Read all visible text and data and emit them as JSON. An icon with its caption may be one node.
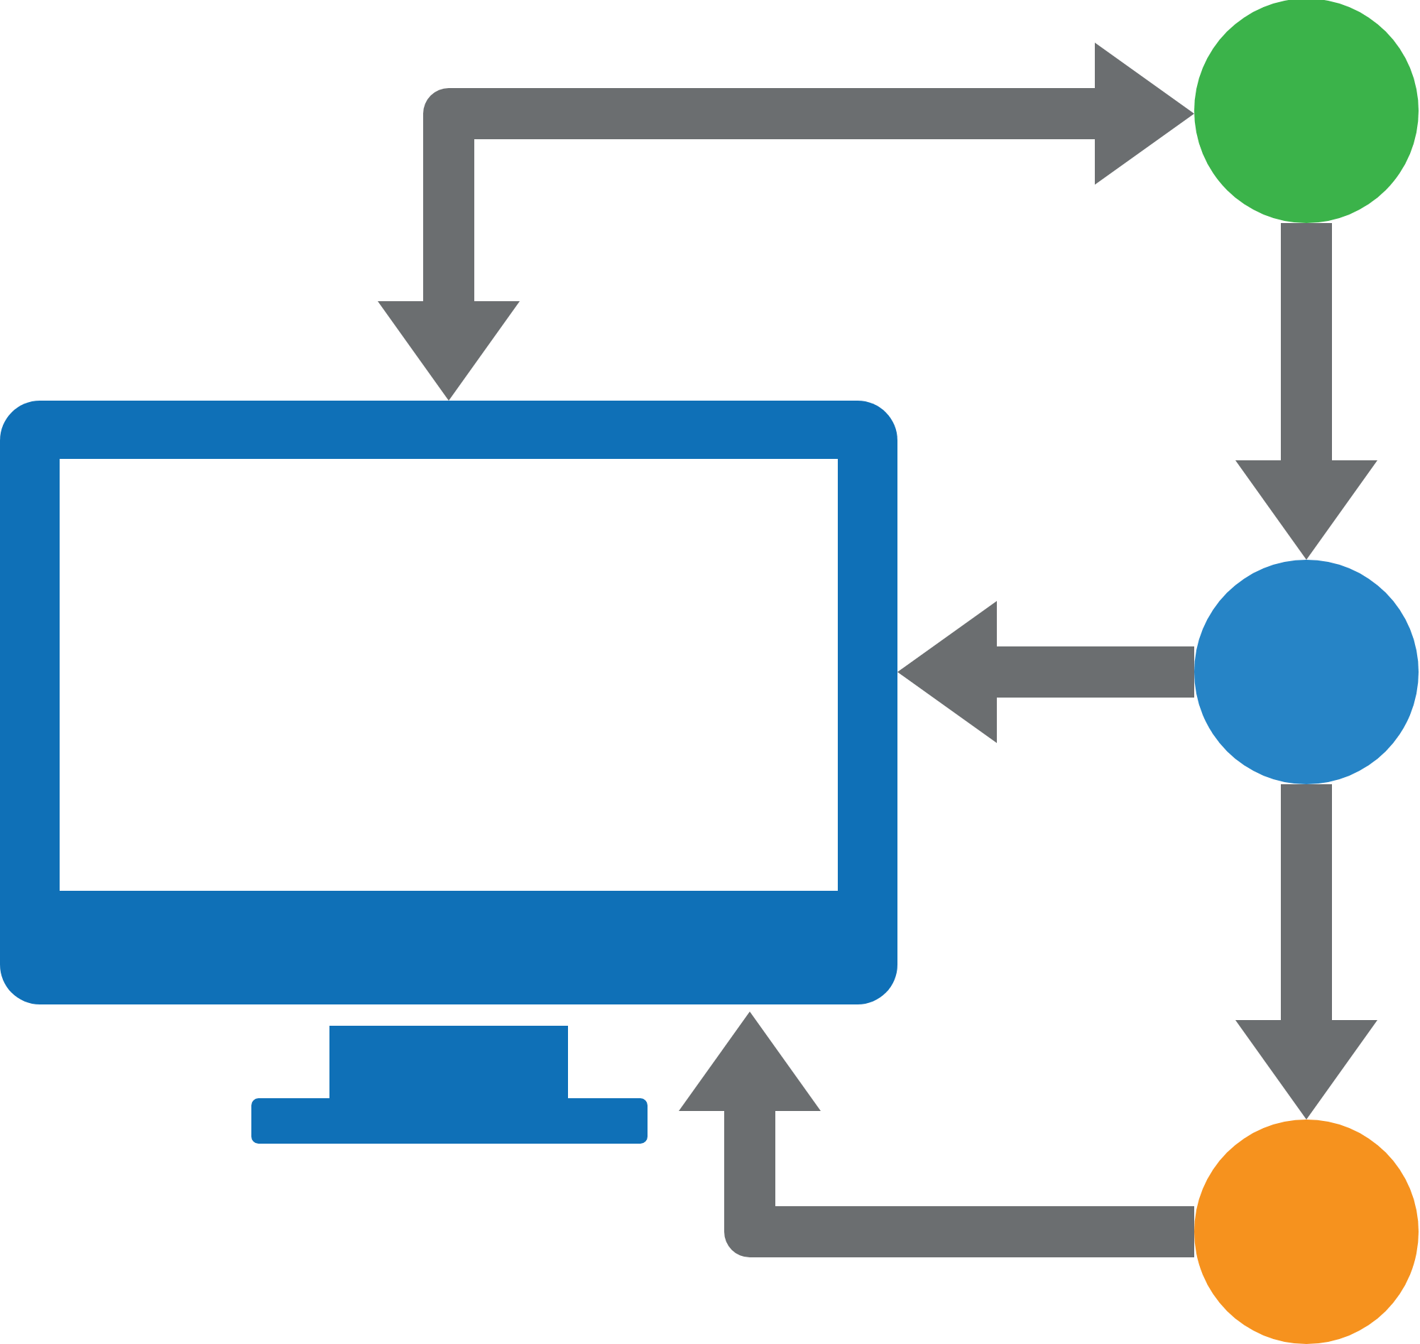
{
  "diagram": {
    "nodes": [
      {
        "text": [],
        "shape": "monitor"
      },
      {
        "text": [],
        "shape": "circle"
      },
      {
        "text": [],
        "shape": "circle"
      },
      {
        "text": [],
        "shape": "circle"
      }
    ],
    "edges": [
      {
        "from": 0,
        "to": 1,
        "arrow": "both"
      },
      {
        "from": 1,
        "to": 2,
        "arrow": "to"
      },
      {
        "from": 2,
        "to": 0,
        "arrow": "to"
      },
      {
        "from": 2,
        "to": 3,
        "arrow": "to"
      },
      {
        "from": 3,
        "to": 0,
        "arrow": "to"
      }
    ]
  }
}
